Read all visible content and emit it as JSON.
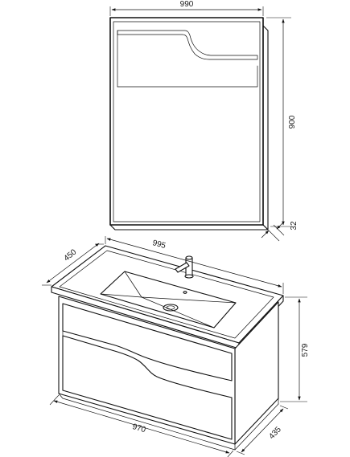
{
  "colors": {
    "line": "#111111",
    "background": "#ffffff"
  },
  "mirror": {
    "width_label": "990",
    "height_label": "900",
    "depth_label": "32"
  },
  "vanity": {
    "top_width_label": "995",
    "top_depth_label": "450",
    "height_label": "579",
    "bottom_width_label": "970",
    "bottom_depth_label": "435"
  }
}
